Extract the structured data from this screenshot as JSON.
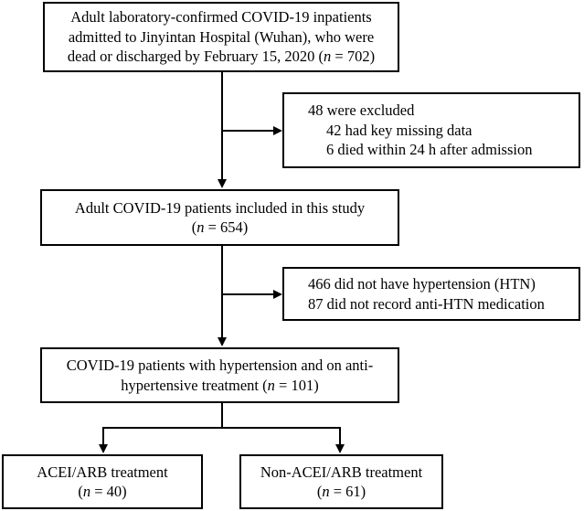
{
  "diagram": {
    "type": "patient-flow-diagram",
    "title": "",
    "colors": {
      "background": "#ffffff",
      "border": "#000000",
      "text": "#000000",
      "connector": "#000000"
    },
    "nodes": {
      "enrollment": {
        "id": "enrollment-box",
        "align": "center",
        "lines": [
          "Adult laboratory-confirmed COVID-19 inpatients",
          "admitted to Jinyintan Hospital (Wuhan), who were",
          "dead or discharged by February 15, 2020 (n = 702)"
        ],
        "count_label": "n = 702",
        "count": 702
      },
      "excluded_1": {
        "id": "exclusion-box-1",
        "align": "left",
        "lines": [
          "48 were excluded",
          "42 had key missing data",
          "6 died within 24 h after admission"
        ],
        "total_excluded": 48,
        "reasons": [
          {
            "count": 42,
            "reason": "had key missing data"
          },
          {
            "count": 6,
            "reason": "died within 24 h after admission"
          }
        ]
      },
      "included": {
        "id": "included-box",
        "align": "center",
        "lines": [
          "Adult COVID-19 patients included in this study",
          "(n = 654)"
        ],
        "count_label": "n = 654",
        "count": 654
      },
      "excluded_2": {
        "id": "exclusion-box-2",
        "align": "left",
        "lines": [
          "466 did not have hypertension (HTN)",
          "87 did not record anti-HTN medication"
        ],
        "reasons": [
          {
            "count": 466,
            "reason": "did not have hypertension (HTN)"
          },
          {
            "count": 87,
            "reason": "did not record anti-HTN medication"
          }
        ]
      },
      "hypertensive": {
        "id": "hypertension-cohort-box",
        "align": "center",
        "lines": [
          "COVID-19 patients with hypertension and on anti-",
          "hypertensive treatment (n = 101)"
        ],
        "count_label": "n = 101",
        "count": 101
      },
      "arm_left": {
        "id": "acei-arb-arm-box",
        "align": "center",
        "lines": [
          "ACEI/ARB treatment",
          "(n = 40)"
        ],
        "count_label": "n = 40",
        "count": 40
      },
      "arm_right": {
        "id": "non-acei-arb-arm-box",
        "align": "center",
        "lines": [
          "Non-ACEI/ARB treatment",
          "(n = 61)"
        ],
        "count_label": "n = 61",
        "count": 61
      }
    }
  }
}
